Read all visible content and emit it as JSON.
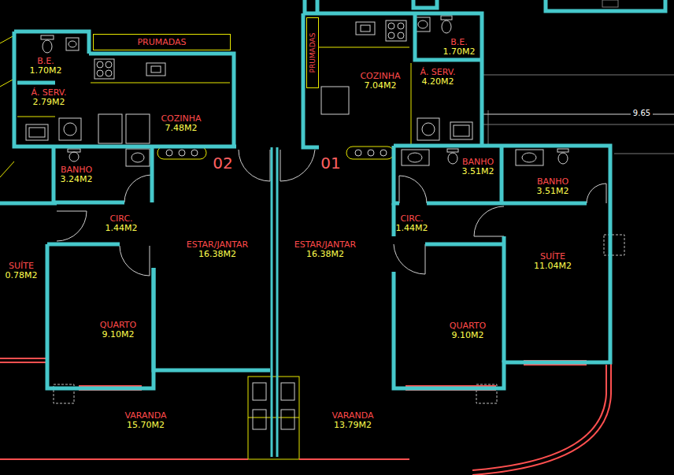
{
  "diagram": {
    "nodes": [
      {
        "text": [
          "PRUMADAS"
        ]
      },
      {
        "text": [
          "B.E.",
          "1.70M2"
        ]
      },
      {
        "text": [
          "Á. SERV.",
          "2.79M2"
        ]
      },
      {
        "text": [
          "COZINHA",
          "7.48M2"
        ]
      },
      {
        "text": [
          "BANHO",
          "3.24M2"
        ]
      },
      {
        "text": [
          "CIRC.",
          "1.44M2"
        ]
      },
      {
        "text": [
          "SUÍTE",
          "0.78M2"
        ]
      },
      {
        "text": [
          "ESTAR/JANTAR",
          "16.38M2"
        ]
      },
      {
        "text": [
          "QUARTO",
          "9.10M2"
        ]
      },
      {
        "text": [
          "VARANDA",
          "15.70M2"
        ]
      },
      {
        "text": [
          "PRUMADAS"
        ]
      },
      {
        "text": [
          "COZINHA",
          "7.04M2"
        ]
      },
      {
        "text": [
          "B.E.",
          "1.70M2"
        ]
      },
      {
        "text": [
          "Á. SERV.",
          "4.20M2"
        ]
      },
      {
        "text": [
          "BANHO",
          "3.51M2"
        ]
      },
      {
        "text": [
          "BANHO",
          "3.51M2"
        ]
      },
      {
        "text": [
          "CIRC.",
          "1.44M2"
        ]
      },
      {
        "text": [
          "ESTAR/JANTAR",
          "16.38M2"
        ]
      },
      {
        "text": [
          "SUÍTE",
          "11.04M2"
        ]
      },
      {
        "text": [
          "QUARTO",
          "9.10M2"
        ]
      },
      {
        "text": [
          "VARANDA",
          "13.79M2"
        ]
      }
    ],
    "labels": [
      "02",
      "01",
      "9.65"
    ]
  }
}
